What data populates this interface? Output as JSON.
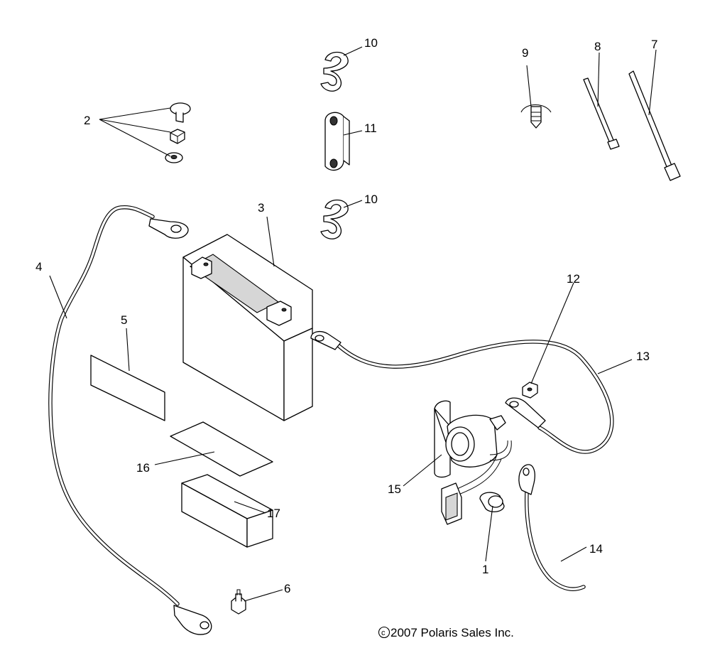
{
  "callouts": {
    "c1": "1",
    "c2": "2",
    "c3": "3",
    "c4": "4",
    "c5": "5",
    "c6": "6",
    "c7": "7",
    "c8": "8",
    "c9": "9",
    "c10a": "10",
    "c10b": "10",
    "c11": "11",
    "c12": "12",
    "c13": "13",
    "c14": "14",
    "c15": "15",
    "c16": "16",
    "c17": "17"
  },
  "footer": {
    "copyright": "2007 Polaris Sales Inc.",
    "copyright_symbol": "c"
  }
}
